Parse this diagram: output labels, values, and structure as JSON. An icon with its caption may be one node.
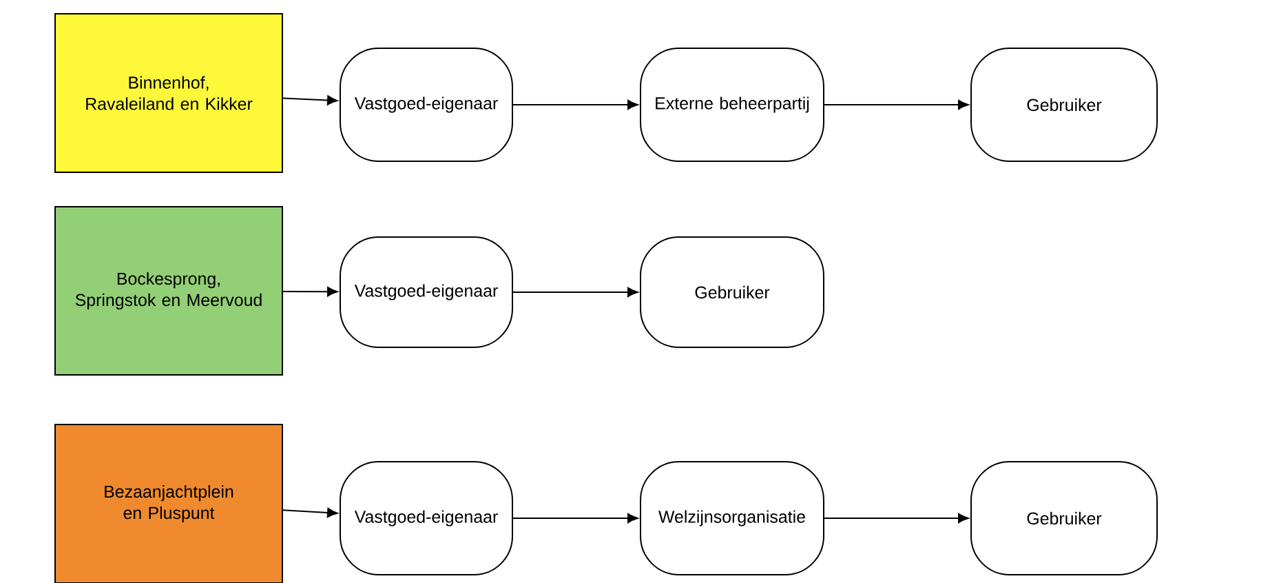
{
  "diagram": {
    "nodes": [
      {
        "text": [
          "Binnenhof, Ravaleiland en Kikker"
        ]
      },
      {
        "text": [
          "Vastgoed-eigenaar"
        ]
      },
      {
        "text": [
          "Externe beheerpartij"
        ]
      },
      {
        "text": [
          "Gebruiker"
        ]
      },
      {
        "text": [
          "Bockesprong, Springstok en Meervoud"
        ]
      },
      {
        "text": [
          "Vastgoed-eigenaar"
        ]
      },
      {
        "text": [
          "Gebruiker"
        ]
      },
      {
        "text": [
          "Bezaanjachtplein en Pluspunt"
        ]
      },
      {
        "text": [
          "Vastgoed-eigenaar"
        ]
      },
      {
        "text": [
          "Welzijnsorganisatie"
        ]
      },
      {
        "text": [
          "Gebruiker"
        ]
      }
    ],
    "edges": [
      {
        "from": 0,
        "to": 1,
        "arrow": "to"
      },
      {
        "from": 1,
        "to": 2,
        "arrow": "to"
      },
      {
        "from": 2,
        "to": 3,
        "arrow": "to"
      },
      {
        "from": 4,
        "to": 5,
        "arrow": "to"
      },
      {
        "from": 5,
        "to": 6,
        "arrow": "to"
      },
      {
        "from": 7,
        "to": 8,
        "arrow": "to"
      },
      {
        "from": 8,
        "to": 9,
        "arrow": "to"
      },
      {
        "from": 9,
        "to": 10,
        "arrow": "to"
      }
    ]
  }
}
